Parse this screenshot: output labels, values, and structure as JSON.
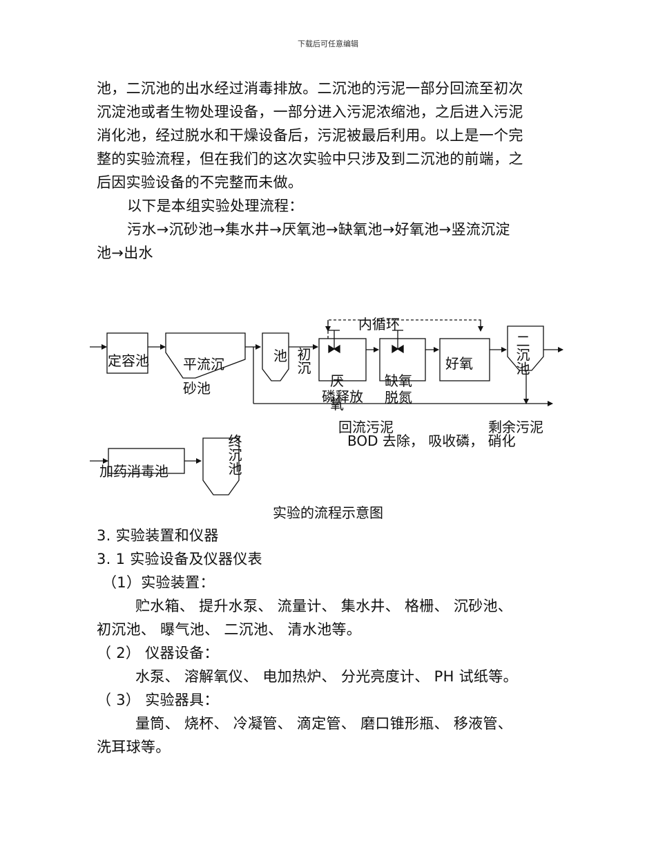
{
  "header": {
    "text": "下载后可任意编辑"
  },
  "intro": {
    "lines": [
      "池，二沉池的出水经过消毒排放。二沉池的污泥一部分回流至初次",
      "沉淀池或者生物处理设备，一部分进入污泥浓缩池，之后进入污泥",
      "消化池，经过脱水和干燥设备后，污泥被最后利用。以上是一个完",
      "整的实验流程，但在我们的这次实验中只涉及到二沉池的前端，之",
      "后因实验设备的不完整而未做。"
    ],
    "process_intro": "以下是本组实验处理流程：",
    "process_line1": "污水→沉砂池→集水井→厌氧池→缺氧池→好氧池→竖流沉淀",
    "process_line2": "池→出水"
  },
  "diagram": {
    "internal_recycle": "内循环",
    "tank_fixed_volume": "定容池",
    "tank_grit_line1": "平流沉",
    "tank_grit_line2": "砂池",
    "tank_primary_a": "池",
    "tank_primary_b": "初沉",
    "tank_anaerobic_line1": "厌",
    "tank_anaerobic_line2": "磷释放",
    "tank_anaerobic_line3": "氧",
    "tank_anoxic_line1": "缺氧",
    "tank_anoxic_line2": "脱氮",
    "tank_aerobic": "好氧",
    "tank_secondary": "二沉池",
    "return_sludge": "回流污泥",
    "excess_sludge": "剩余污泥",
    "removal_note": "BOD 去除，  吸收磷，  硝化",
    "disinfection": "加药消毒池",
    "final_clarifier": "终沉池"
  },
  "caption": "实验的流程示意图",
  "section": {
    "title": "3. 实验装置和仪器",
    "subtitle": "3. 1 实验设备及仪器仪表",
    "item1_label": "（1）实验装置：",
    "item1_line1": "贮水箱、  提升水泵、  流量计、  集水井、  格栅、  沉砂池、",
    "item1_line2": "初沉池、  曝气池、  二沉池、  清水池等。",
    "item2_label": "（ 2） 仪器设备：",
    "item2_line1": "水泵、  溶解氧仪、  电加热炉、  分光亮度计、  PH 试纸等。",
    "item3_label": "（ 3） 实验器具：",
    "item3_line1": "量筒、  烧杯、  冷凝管、  滴定管、  磨口锥形瓶、  移液管、",
    "item3_line2": "洗耳球等。"
  }
}
